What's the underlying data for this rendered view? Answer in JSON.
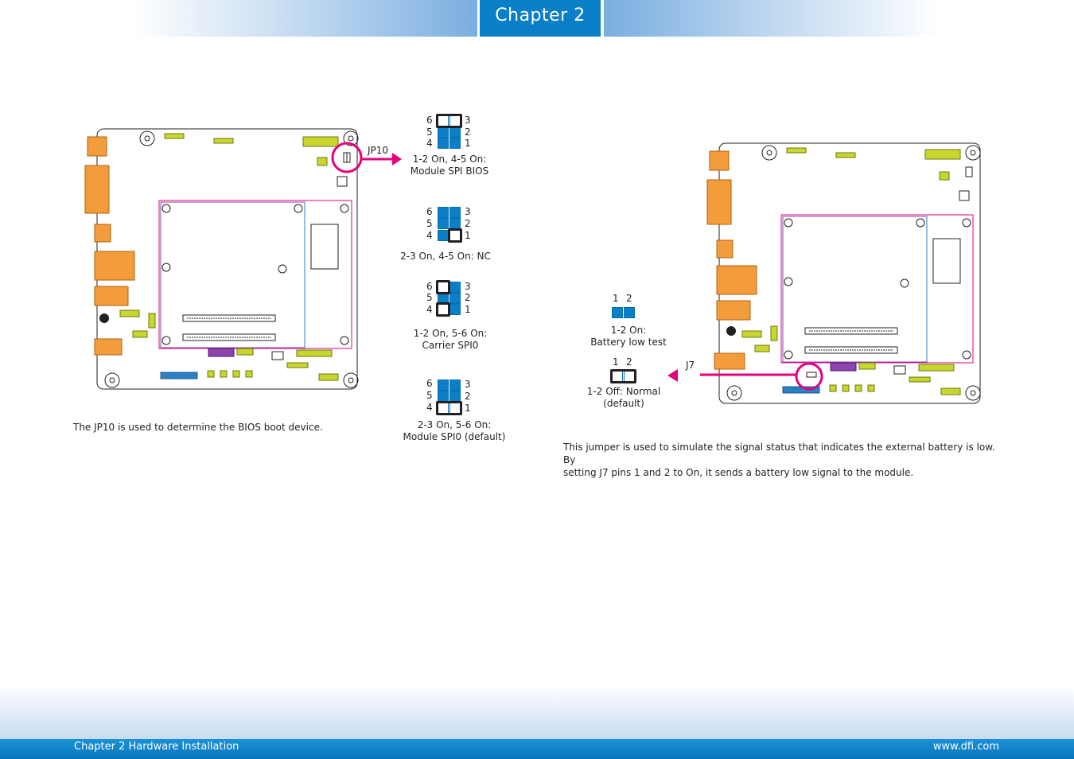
{
  "header": {
    "chapter_label": "Chapter 2"
  },
  "left": {
    "board_label": "JP10",
    "settings": [
      {
        "pins": [
          "6",
          "5",
          "4",
          "3",
          "2",
          "1"
        ],
        "caption": [
          "1-2 On, 4-5 On:",
          "Module SPI BIOS"
        ]
      },
      {
        "pins": [
          "6",
          "5",
          "4",
          "3",
          "2",
          "1"
        ],
        "caption": [
          "2-3 On, 4-5 On: NC"
        ]
      },
      {
        "pins": [
          "6",
          "5",
          "4",
          "3",
          "2",
          "1"
        ],
        "caption": [
          "1-2 On, 5-6 On:",
          "Carrier SPI0"
        ]
      },
      {
        "pins": [
          "6",
          "5",
          "4",
          "3",
          "2",
          "1"
        ],
        "caption": [
          "2-3 On, 5-6 On:",
          "Module SPI0 (default)"
        ]
      }
    ],
    "description": "The JP10 is used to determine the BIOS boot device."
  },
  "right": {
    "board_label": "J7",
    "settings": [
      {
        "pins": [
          "1",
          "2"
        ],
        "caption": [
          "1-2 On:",
          "Battery low test"
        ]
      },
      {
        "pins": [
          "1",
          "2"
        ],
        "caption": [
          "1-2 Off: Normal",
          "(default)"
        ]
      }
    ],
    "description_line1": "This jumper is used to simulate the signal status that indicates the external battery is low. By",
    "description_line2": "setting J7 pins 1 and 2 to On, it sends a battery low signal to the module."
  },
  "footer": {
    "left_text": "Chapter 2 Hardware Installation",
    "right_text": "www.dfi.com"
  },
  "colors": {
    "accent_blue": "#0a7fc7",
    "highlight_magenta": "#e6007e",
    "board_outline": "#231f20",
    "module_purple": "#8e44ad",
    "connector_orange": "#f39c3c",
    "connector_green": "#c8d62e"
  }
}
